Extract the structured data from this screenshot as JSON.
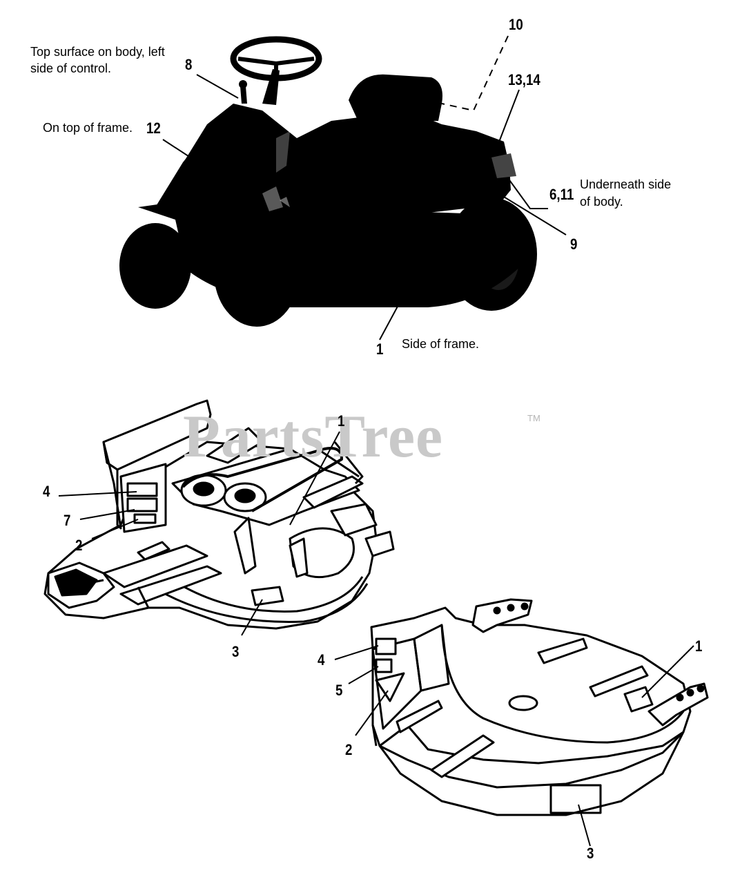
{
  "watermark": {
    "text": "PartsTree",
    "trademark": "TM"
  },
  "tractor": {
    "notes": {
      "top_surface": [
        "Top surface on body, left",
        "side of control."
      ],
      "on_top_frame": "On top of frame.",
      "underneath": [
        "Underneath side",
        "of body."
      ],
      "side_frame": "Side of frame."
    },
    "callouts": {
      "c10": "10",
      "c13_14": "13,14",
      "c8": "8",
      "c12": "12",
      "c6_11": "6,11",
      "c9": "9",
      "c1": "1"
    }
  },
  "deck_assembly": {
    "callouts": {
      "c1": "1",
      "c4": "4",
      "c7": "7",
      "c2": "2",
      "c3": "3"
    }
  },
  "deck_housing": {
    "callouts": {
      "c4": "4",
      "c5": "5",
      "c2": "2",
      "c1": "1",
      "c3": "3"
    }
  },
  "colors": {
    "ink": "#000000",
    "watermark": "#c9c9c9",
    "paper": "#ffffff"
  }
}
